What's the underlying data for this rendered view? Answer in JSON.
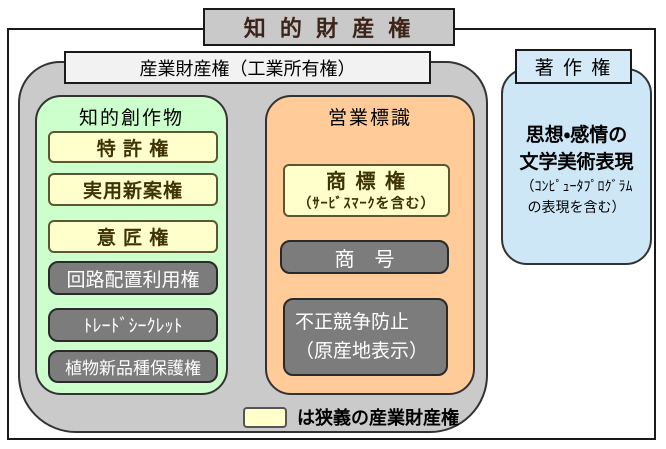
{
  "diagram": {
    "title": "知 的 財 産 権",
    "industrial": {
      "header": "産業財産権（工業所有権）",
      "creations": {
        "title": "知的創作物",
        "items": [
          {
            "label": "特 許 権"
          },
          {
            "label": "実用新案権"
          },
          {
            "label": "意 匠 権"
          },
          {
            "label": "回路配置利用権"
          },
          {
            "label": "ﾄﾚｰﾄﾞｼｰｸﾚｯﾄ"
          },
          {
            "label": "植物新品種保護権"
          }
        ]
      },
      "marks": {
        "title": "営業標識",
        "trademark_line1": "商 標 権",
        "trademark_line2": "（ｻｰﾋﾞｽﾏｰｸを含む）",
        "trade_name": "商　号",
        "unfair_line1": "不正競争防止",
        "unfair_line2": "（原産地表示）"
      }
    },
    "copyright": {
      "header": "著 作 権",
      "body_line1": "思想・感情の",
      "body_line2": "文学美術表現",
      "body_line3": "（ｺﾝﾋﾟｭｰﾀﾌﾟﾛｸﾞﾗﾑ",
      "body_line4": "の表現を含む）"
    },
    "legend": {
      "label": "は狭義の産業財産権",
      "swatch_color": "#ffffcc"
    },
    "colors": {
      "title_fill": "#c9c9c9",
      "title_text": "#3d2418",
      "group_fill": "#cacaca",
      "header_fill": "#f2f2f2",
      "creations_fill": "#ccffcc",
      "marks_fill": "#ffcc99",
      "copyright_fill": "#cee7f7",
      "narrow_sense_fill": "#ffffcc",
      "other_item_fill": "#7c7c7c"
    }
  }
}
